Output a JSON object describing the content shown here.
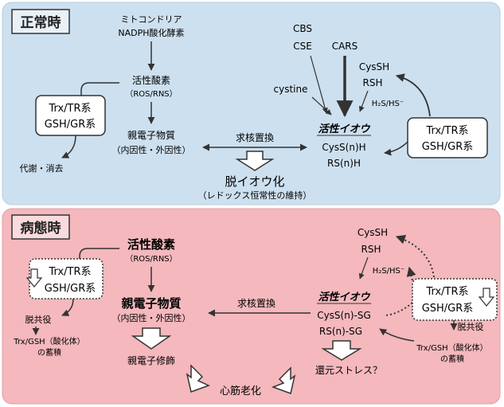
{
  "colors": {
    "normal_bg": "#cde0ef",
    "disease_bg": "#f4b8bd",
    "line": "#333333"
  },
  "normal": {
    "title": "正常時",
    "mito": "ミトコンドリア",
    "nadph": "NADPH酸化酵素",
    "ros": "活性酸素",
    "ros_paren": "（ROS/RNS）",
    "trx_tr": "Trx/TR系",
    "gsh_gr": "GSH/GR系",
    "metab": "代謝・消去",
    "electrophile": "親電子物質",
    "electrophile_paren": "（内因性・外因性）",
    "nucleophilic": "求核置換",
    "desulf": "脱イオウ化",
    "desulf_paren": "（レドックス恒常性の維持）",
    "cbs": "CBS",
    "cse": "CSE",
    "cars": "CARS",
    "cystine": "cystine",
    "cyssh": "CysSH",
    "rsh": "RSH",
    "h2s": "H₂S/HS⁻",
    "active_s": "活性イオウ",
    "cyssnh": "CysS(n)H",
    "rsnh": "RS(n)H",
    "trx_tr2": "Trx/TR系",
    "gsh_gr2": "GSH/GR系"
  },
  "disease": {
    "title": "病態時",
    "ros": "活性酸素",
    "ros_paren": "（ROS/RNS）",
    "trx_tr": "Trx/TR系",
    "gsh_gr": "GSH/GR系",
    "uncoupling": "脱共役",
    "accum1": "Trx/GSH（酸化体）",
    "accum2": "の蓄積",
    "electrophile": "親電子物質",
    "electrophile_paren": "（内因性・外因性）",
    "nucleophilic": "求核置換",
    "modification": "親電子修飾",
    "cyssh": "CysSH",
    "rsh": "RSH",
    "h2s": "H₂S/HS⁻",
    "active_s": "活性イオウ",
    "cyssnsg": "CysS(n)-SG",
    "rsnsg": "RS(n)-SG",
    "reductive": "還元ストレス？",
    "trx_tr2": "Trx/TR系",
    "gsh_gr2": "GSH/GR系",
    "uncoupling2": "脱共役",
    "accum3": "Trx/GSH（酸化体）",
    "accum4": "の蓄積",
    "aging": "心筋老化"
  }
}
